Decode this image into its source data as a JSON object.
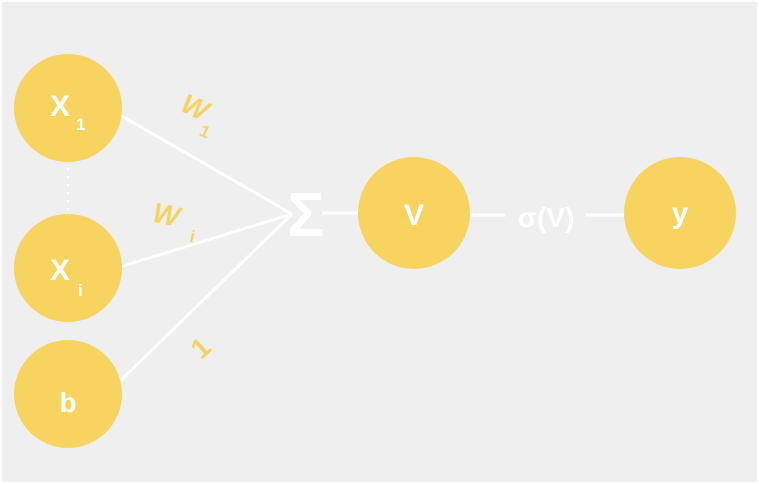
{
  "colors": {
    "background": "#efefef",
    "node": "#f7d460",
    "edge": "#ffffff",
    "node_text": "#ffffff",
    "weight_text": "#f6d263"
  },
  "nodes": {
    "x1": {
      "main": "X",
      "sub": "1"
    },
    "xi": {
      "main": "X",
      "sub": "i"
    },
    "b": {
      "main": "b"
    },
    "v": {
      "main": "V"
    },
    "y": {
      "main": "y"
    }
  },
  "weights": {
    "w1": {
      "main": "W",
      "sub": "1"
    },
    "wi": {
      "main": "W",
      "sub": "i"
    },
    "bias": "1"
  },
  "summation": "Σ",
  "activation": "σ(V)"
}
